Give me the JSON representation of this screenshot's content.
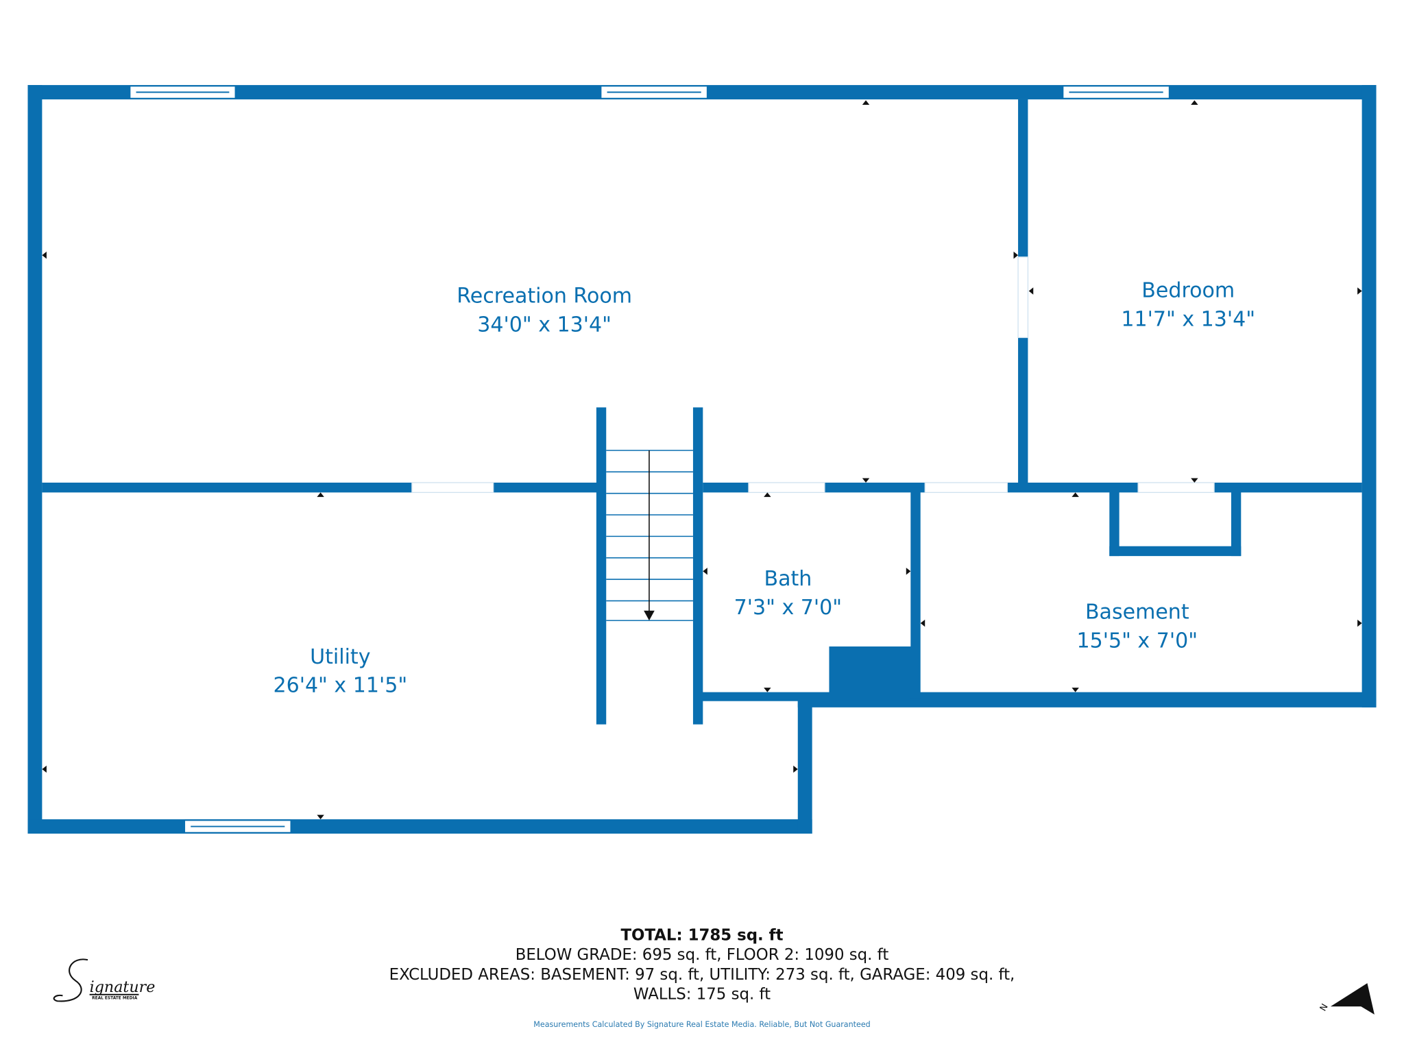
{
  "rooms": {
    "recreation": {
      "name": "Recreation Room",
      "size": "34'0\" x 13'4\""
    },
    "bedroom": {
      "name": "Bedroom",
      "size": "11'7\" x 13'4\""
    },
    "bath": {
      "name": "Bath",
      "size": "7'3\" x 7'0\""
    },
    "basement": {
      "name": "Basement",
      "size": "15'5\" x 7'0\""
    },
    "utility": {
      "name": "Utility",
      "size": "26'4\" x 11'5\""
    }
  },
  "summary": {
    "total": "TOTAL: 1785 sq. ft",
    "line1": "BELOW GRADE: 695 sq. ft, FLOOR 2: 1090 sq. ft",
    "line2": "EXCLUDED AREAS: BASEMENT: 97 sq. ft, UTILITY: 273 sq. ft, GARAGE: 409 sq. ft,",
    "line3": "WALLS: 175 sq. ft"
  },
  "disclaimer": "Measurements Calculated By Signature Real Estate Media. Reliable, But Not Guaranteed",
  "logo": {
    "script": "Signature",
    "sub": "REAL ESTATE MEDIA"
  },
  "compass": {
    "label": "N"
  },
  "colors": {
    "wall": "#0a6fb0"
  }
}
